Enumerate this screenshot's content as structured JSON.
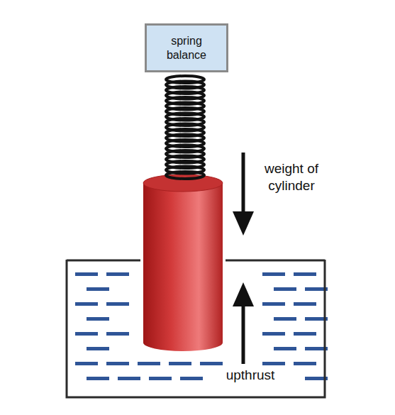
{
  "diagram": {
    "nodes": [
      {
        "text": [
          "spring balance"
        ]
      }
    ],
    "labels": [
      "weight of cylinder",
      "upthrust"
    ]
  }
}
